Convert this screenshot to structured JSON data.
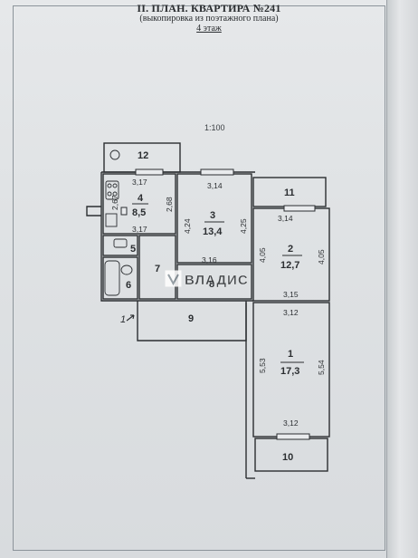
{
  "header": {
    "title": "II. ПЛАН. КВАРТИРА №241",
    "subtitle": "(выкопировка из поэтажного плана)",
    "floor": "4 этаж"
  },
  "scale": "1:100",
  "watermark": {
    "text": "ВЛАДИС"
  },
  "rooms": [
    {
      "id": "1",
      "area": "17,3"
    },
    {
      "id": "2",
      "area": "12,7"
    },
    {
      "id": "3",
      "area": "13,4"
    },
    {
      "id": "4",
      "area": "8,5"
    },
    {
      "id": "5"
    },
    {
      "id": "6"
    },
    {
      "id": "7"
    },
    {
      "id": "8"
    },
    {
      "id": "9"
    },
    {
      "id": "10"
    },
    {
      "id": "11"
    },
    {
      "id": "12"
    }
  ],
  "dimensions": {
    "r4_top": "3,17",
    "r4_bottom": "3,17",
    "r4_left": "2,67",
    "r4_right": "2,68",
    "r3_top": "3,14",
    "r3_bottom": "3,16",
    "r3_left": "4,24",
    "r3_right": "4,25",
    "r2_top": "3,14",
    "r2_bottom": "3,15",
    "r2_left": "4,05",
    "r2_right": "4,05",
    "r1_top": "3,12",
    "r1_bottom": "3,12",
    "r1_left": "5,53",
    "r1_right": "5,54"
  },
  "annotation": "1"
}
